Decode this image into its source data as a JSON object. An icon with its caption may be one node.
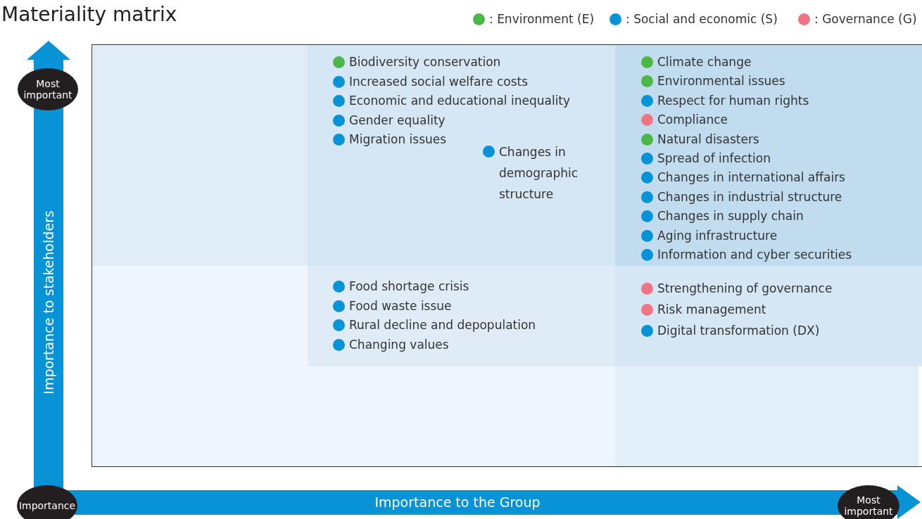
{
  "diagram": {
    "title": "Materiality matrix",
    "nodes": [
      {
        "text": [
          "Biodiversity conservation",
          "Increased social welfare costs",
          "Economic and educational inequality",
          "Gender equality",
          "Migration issues",
          "Changes in demographic structure"
        ]
      },
      {
        "text": [
          "Climate change",
          "Environmental issues",
          "Respect for human rights",
          "Compliance",
          "Natural disasters",
          "Spread of infection",
          "Changes in international affairs",
          "Changes in industrial structure",
          "Changes in supply chain",
          "Aging infrastructure",
          "Information and cyber securities"
        ]
      },
      {
        "text": [
          "Food shortage crisis",
          "Food waste issue",
          "Rural decline and depopulation",
          "Changing values"
        ]
      },
      {
        "text": [
          "Strengthening of governance",
          "Risk management",
          "Digital transformation (DX)"
        ]
      }
    ],
    "labels": [
      "Most important",
      "Importance to stakeholders",
      "Importance",
      "Importance to the Group",
      "Most important"
    ],
    "legend": [
      {
        "text": ": Environment (E)",
        "color": "#4cb748"
      },
      {
        "text": ": Social and economic (S)",
        "color": "#0893d6"
      },
      {
        "text": ": Governance (G)",
        "color": "#ef7585"
      }
    ]
  }
}
